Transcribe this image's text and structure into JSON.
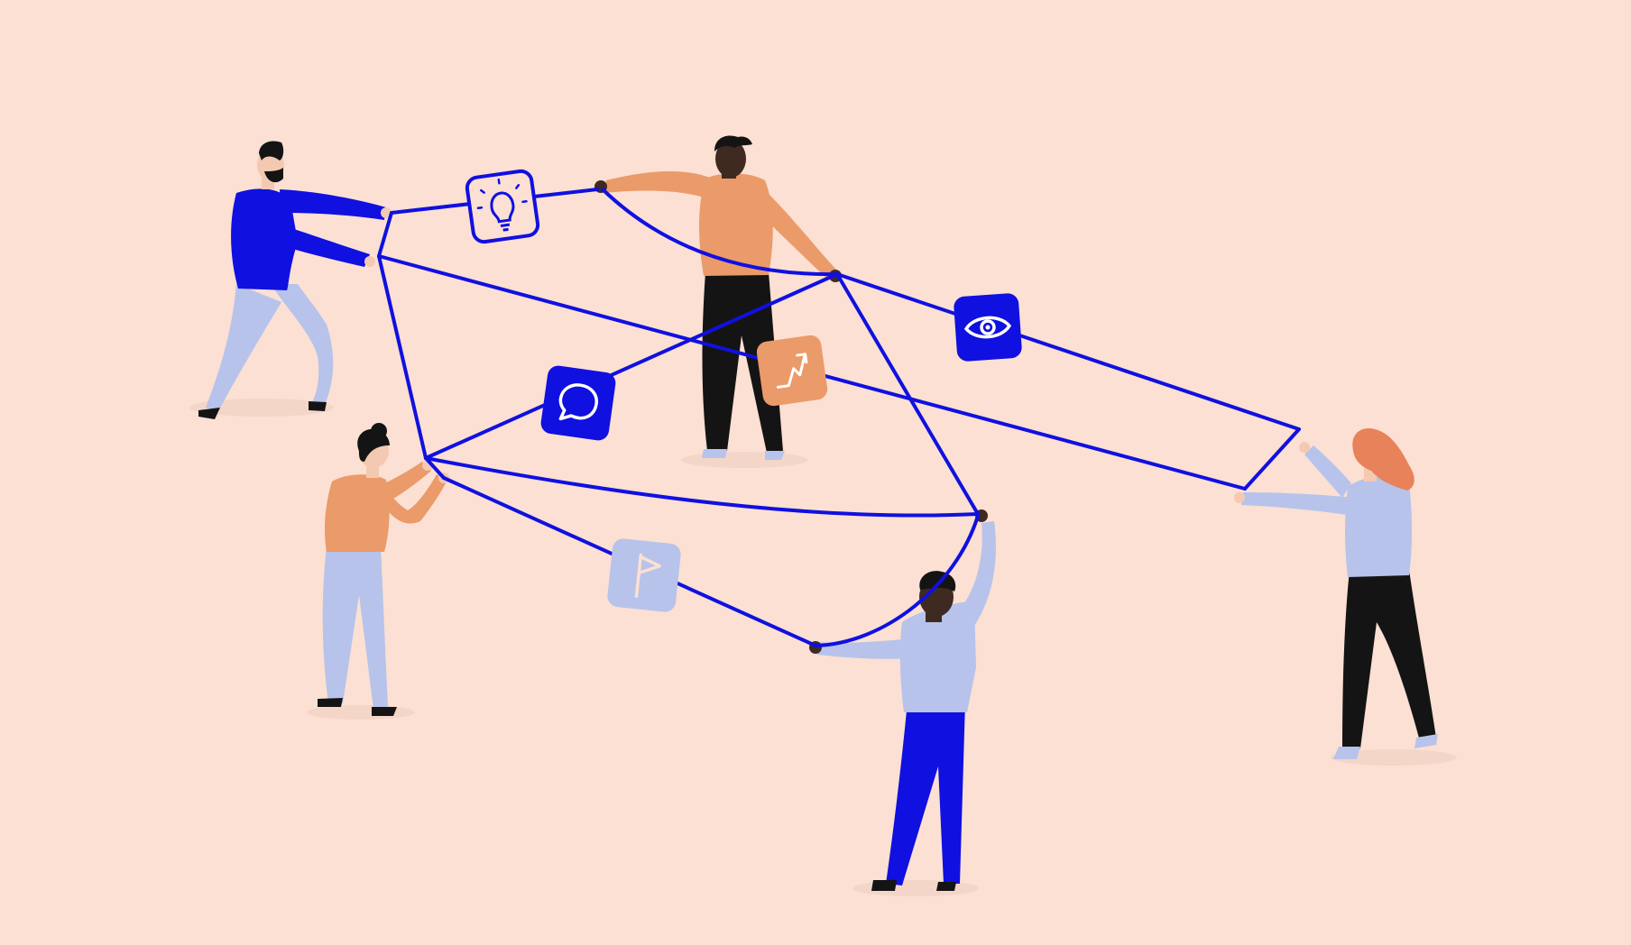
{
  "illustration": {
    "colors": {
      "background": "#fbe0d3",
      "string": "#1010e0",
      "royal_blue": "#1010e0",
      "orange": "#eb9a69",
      "lavender": "#b7c3ea",
      "black": "#141414",
      "dark_skin": "#3f2a22",
      "light_skin": "#f4c9b2",
      "red_hair": "#e8825a"
    },
    "people": [
      {
        "name": "bearded-man",
        "shirt": "royal_blue",
        "pants": "lavender"
      },
      {
        "name": "top-man",
        "shirt": "orange",
        "pants": "black"
      },
      {
        "name": "bun-woman",
        "shirt": "orange",
        "pants": "lavender"
      },
      {
        "name": "front-man",
        "shirt": "lavender",
        "pants": "royal_blue"
      },
      {
        "name": "redhead-woman",
        "shirt": "lavender",
        "pants": "black"
      }
    ],
    "icon_tiles": [
      {
        "name": "lightbulb-icon",
        "style": "outlined-blue"
      },
      {
        "name": "chat-bubble-icon",
        "style": "solid-blue"
      },
      {
        "name": "trend-arrow-icon",
        "style": "solid-orange"
      },
      {
        "name": "eye-icon",
        "style": "solid-blue"
      },
      {
        "name": "flag-icon",
        "style": "solid-lavender"
      }
    ]
  }
}
